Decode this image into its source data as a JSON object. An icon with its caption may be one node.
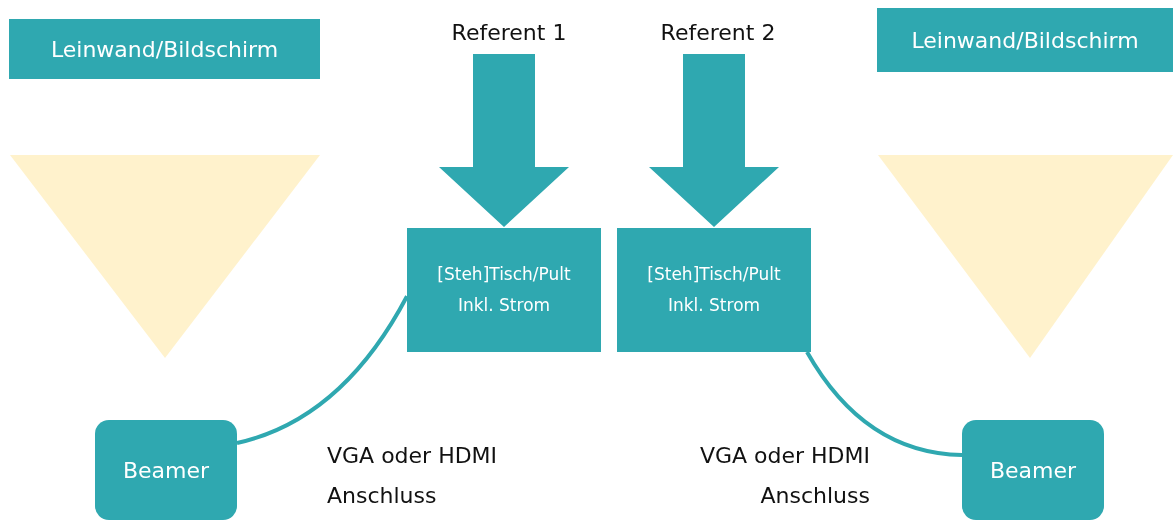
{
  "diagram": {
    "nodes": [
      {
        "text": [
          "Leinwand/Bildschirm"
        ]
      },
      {
        "text": [
          "Referent 1"
        ]
      },
      {
        "text": [
          "Referent 2"
        ]
      },
      {
        "text": [
          "Leinwand/Bildschirm"
        ]
      },
      {
        "text": [
          "[Steh]Tisch/Pult Inkl. Strom"
        ]
      },
      {
        "text": [
          "[Steh]Tisch/Pult Inkl. Strom"
        ]
      },
      {
        "text": [
          "Beamer"
        ]
      },
      {
        "text": [
          "Beamer"
        ]
      }
    ],
    "edges": [
      {
        "from": 1,
        "to": 4,
        "arrow": "to",
        "style": "thick"
      },
      {
        "from": 2,
        "to": 5,
        "arrow": "to",
        "style": "thick"
      },
      {
        "from": 4,
        "to": 6,
        "arrow": "none"
      },
      {
        "from": 5,
        "to": 7,
        "arrow": "none"
      }
    ],
    "labels": [
      "VGA oder HDMI Anschluss",
      "VGA oder HDMI Anschluss"
    ]
  }
}
